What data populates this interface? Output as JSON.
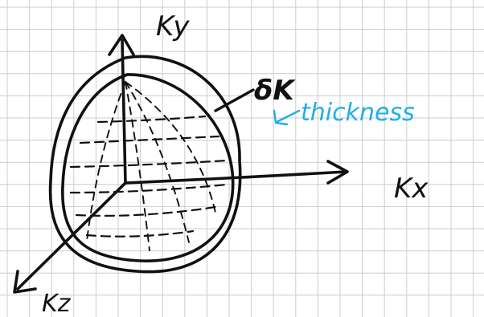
{
  "diagram": {
    "axes": {
      "ky_label": "Ky",
      "kx_label": "Kx",
      "kz_label": "Kz"
    },
    "shell": {
      "delta_k_label": "δK",
      "thickness_note": "thickness"
    },
    "colors": {
      "ink": "#111111",
      "annotation": "#1fb0e6",
      "grid": "#cccccc",
      "background": "#ffffff"
    }
  }
}
